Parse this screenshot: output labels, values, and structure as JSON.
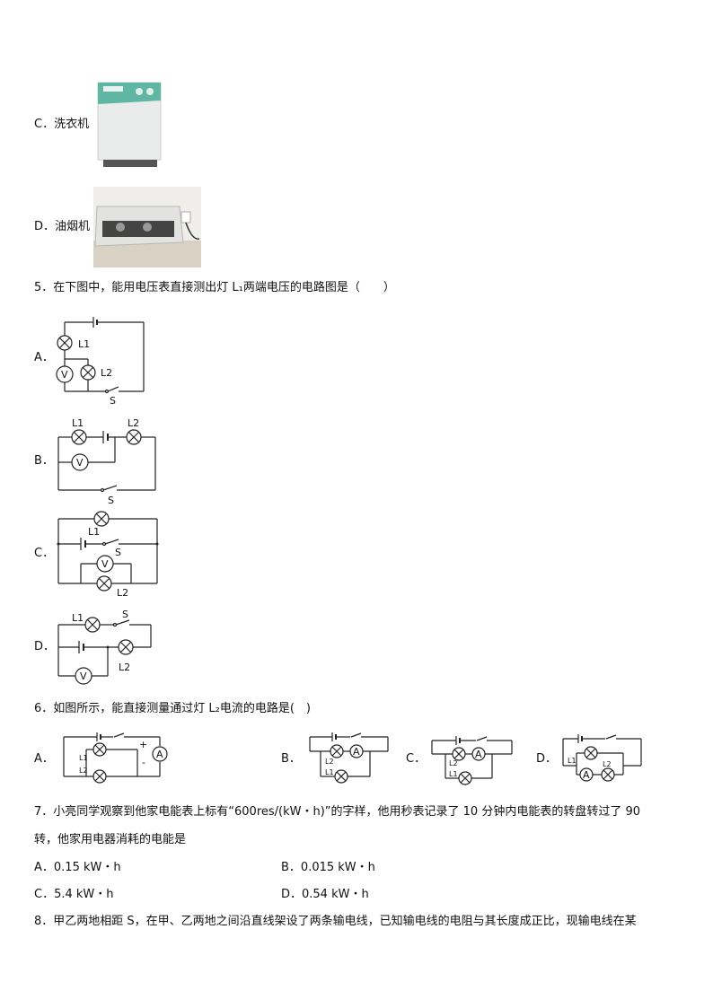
{
  "q4": {
    "option_c": "C．洗衣机",
    "option_d": "D．油烟机"
  },
  "q5": {
    "stem": "5．在下图中，能用电压表直接测出灯 L₁两端电压的电路图是（　　）",
    "a": "A．",
    "b": "B．",
    "c": "C．",
    "d": "D．"
  },
  "q6": {
    "stem": "6．如图所示，能直接测量通过灯 L₂电流的电路是(　)",
    "a": "A．",
    "b": "B．",
    "c": "C．",
    "d": "D．"
  },
  "q7": {
    "stem_line1": "7．小亮同学观察到他家电能表上标有“600res/(kW・h)”的字样，他用秒表记录了 10 分钟内电能表的转盘转过了 90",
    "stem_line2": "转，他家用电器消耗的电能是",
    "a": "A．0.15 kW・h",
    "b": "B．0.015 kW・h",
    "c": "C．5.4 kW・h",
    "d": "D．0.54 kW・h"
  },
  "q8": {
    "stem": "8．甲乙两地相距 S，在甲、乙两地之间沿直线架设了两条输电线，已知输电线的电阻与其长度成正比，现输电线在某"
  },
  "labels": {
    "L1": "L₁",
    "L2": "L₂",
    "L1s": "L1",
    "L2s": "L2",
    "S": "S",
    "V": "V",
    "A": "A",
    "plus": "+",
    "minus": "-"
  }
}
